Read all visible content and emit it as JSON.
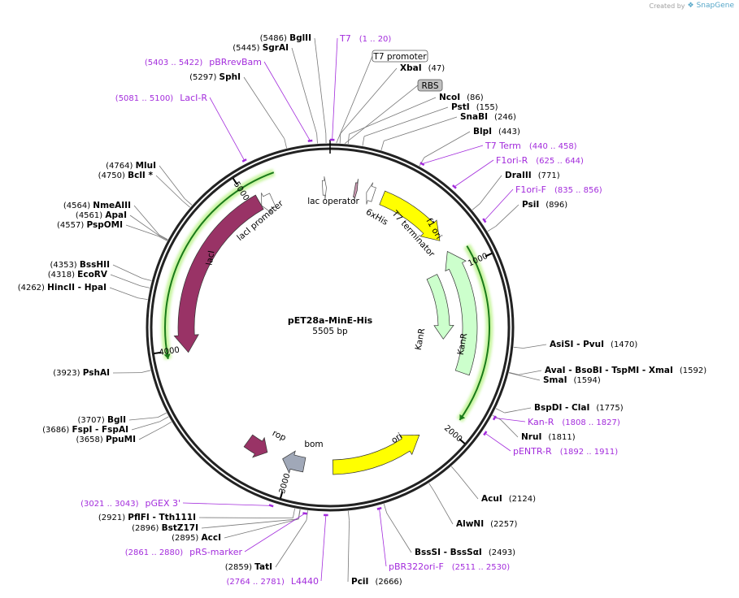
{
  "credit": {
    "prefix": "Created by",
    "brand": "SnapGene",
    "logo_icon": "snapgene-logo-icon"
  },
  "plasmid": {
    "name": "pET28a-MinE-His",
    "size_label": "5505 bp",
    "length": 5505
  },
  "colors": {
    "primer": "#a32cdc",
    "lacI": "#993366",
    "kanR": "#ccffcc",
    "ori": "#ffff00",
    "promoter": "#ffffff",
    "rbs": "#c0c0c0",
    "his": "#cc99b2",
    "arrow_outline": "#1a7a1a",
    "arrow_glow": "#c8f5a0",
    "bom": "#a0a8b8",
    "ring": "#222222"
  },
  "ticks": [
    "1000",
    "2000",
    "3000",
    "4000",
    "5000"
  ],
  "features": [
    {
      "name": "lacI",
      "start": 3976,
      "end": 5056,
      "dir": -1,
      "color": "lacI",
      "track": "inner"
    },
    {
      "name": "lacI promoter",
      "start": 5057,
      "end": 5134,
      "dir": -1,
      "color": "promoter",
      "track": "inner"
    },
    {
      "name": "lac operator",
      "start": 5458,
      "end": 5482,
      "dir": 1,
      "color": "promoter",
      "track": "inner"
    },
    {
      "name": "6xHis",
      "start": 154,
      "end": 171,
      "dir": 1,
      "color": "his",
      "track": "inner"
    },
    {
      "name": "T7 terminator",
      "start": 231,
      "end": 278,
      "dir": -1,
      "color": "promoter",
      "track": "inner"
    },
    {
      "name": "f1 ori",
      "start": 335,
      "end": 790,
      "dir": 1,
      "color": "ori",
      "track": "inner"
    },
    {
      "name": "KanR",
      "start": 872,
      "end": 1666,
      "dir": -1,
      "color": "kanR",
      "track": "inner"
    },
    {
      "name": "KanR",
      "start": 972,
      "end": 1466,
      "dir": 1,
      "color": "kanR",
      "track": "innermost"
    },
    {
      "name": "ori",
      "start": 2146,
      "end": 2735,
      "dir": -1,
      "color": "ori",
      "track": "inner"
    },
    {
      "name": "bom",
      "start": 2915,
      "end": 3056,
      "dir": 1,
      "color": "bom",
      "track": "inner"
    },
    {
      "name": "rop",
      "start": 3160,
      "end": 3300,
      "dir": -1,
      "color": "lacI",
      "track": "inner"
    }
  ],
  "orfs": [
    {
      "start": 3960,
      "end": 5200,
      "dir": -1
    },
    {
      "start": 905,
      "end": 1920,
      "dir": 1
    }
  ],
  "enzymes_left": [
    {
      "name": "BglII",
      "pos": "(5486)",
      "site": 5486
    },
    {
      "name": "SgrAI",
      "pos": "(5445)",
      "site": 5445
    },
    {
      "name": "SphI",
      "pos": "(5297)",
      "site": 5297
    },
    {
      "name": "MluI",
      "pos": "(4764)",
      "site": 4764
    },
    {
      "name": "BclI *",
      "pos": "(4750)",
      "site": 4750
    },
    {
      "name": "NmeAIII",
      "pos": "(4564)",
      "site": 4564
    },
    {
      "name": "ApaI",
      "pos": "(4561)",
      "site": 4561
    },
    {
      "name": "PspOMI",
      "pos": "(4557)",
      "site": 4557
    },
    {
      "name": "BssHII",
      "pos": "(4353)",
      "site": 4353
    },
    {
      "name": "EcoRV",
      "pos": "(4318)",
      "site": 4318
    },
    {
      "name": "HincII   - HpaI",
      "pos": "(4262)",
      "site": 4262
    },
    {
      "name": "PshAI",
      "pos": "(3923)",
      "site": 3923
    },
    {
      "name": "BglI",
      "pos": "(3707)",
      "site": 3707
    },
    {
      "name": "FspI   - FspAI",
      "pos": "(3686)",
      "site": 3686
    },
    {
      "name": "PpuMI",
      "pos": "(3658)",
      "site": 3658
    },
    {
      "name": "PflFI   - Tth111I",
      "pos": "(2921)",
      "site": 2921
    },
    {
      "name": "BstZ17I",
      "pos": "(2896)",
      "site": 2896
    },
    {
      "name": "AccI",
      "pos": "(2895)",
      "site": 2895
    },
    {
      "name": "TatI",
      "pos": "(2859)",
      "site": 2859
    }
  ],
  "enzymes_right": [
    {
      "name": "XbaI",
      "pos": "(47)",
      "site": 47
    },
    {
      "name": "NcoI",
      "pos": "(86)",
      "site": 86
    },
    {
      "name": "PstI",
      "pos": "(155)",
      "site": 155
    },
    {
      "name": "SnaBI",
      "pos": "(246)",
      "site": 246
    },
    {
      "name": "BlpI",
      "pos": "(443)",
      "site": 443
    },
    {
      "name": "DraIII",
      "pos": "(771)",
      "site": 771
    },
    {
      "name": "PsiI",
      "pos": "(896)",
      "site": 896
    },
    {
      "name": "AsiSI   - PvuI",
      "pos": "(1470)",
      "site": 1470
    },
    {
      "name": "AvaI   - BsoBI   - TspMI   - XmaI",
      "pos": "(1592)",
      "site": 1592
    },
    {
      "name": "SmaI",
      "pos": "(1594)",
      "site": 1594
    },
    {
      "name": "BspDI   - ClaI",
      "pos": "(1775)",
      "site": 1775
    },
    {
      "name": "NruI",
      "pos": "(1811)",
      "site": 1811
    },
    {
      "name": "AcuI",
      "pos": "(2124)",
      "site": 2124
    },
    {
      "name": "AlwNI",
      "pos": "(2257)",
      "site": 2257
    },
    {
      "name": "BssSI   - BssSαI",
      "pos": "(2493)",
      "site": 2493
    },
    {
      "name": "PciI",
      "pos": "(2666)",
      "site": 2666
    }
  ],
  "primers": [
    {
      "name": "T7",
      "pos": "(1 .. 20)",
      "site": 10
    },
    {
      "name": "pBRrevBam",
      "pos": "(5403 .. 5422)",
      "site": 5412
    },
    {
      "name": "LacI-R",
      "pos": "(5081 .. 5100)",
      "site": 5090
    },
    {
      "name": "T7 Term",
      "pos": "(440 .. 458)",
      "site": 449
    },
    {
      "name": "F1ori-R",
      "pos": "(625 .. 644)",
      "site": 634
    },
    {
      "name": "F1ori-F",
      "pos": "(835 .. 856)",
      "site": 845
    },
    {
      "name": "Kan-R",
      "pos": "(1808 .. 1827)",
      "site": 1817
    },
    {
      "name": "pENTR-R",
      "pos": "(1892 .. 1911)",
      "site": 1901
    },
    {
      "name": "pBR322ori-F",
      "pos": "(2511 .. 2530)",
      "site": 2520
    },
    {
      "name": "L4440",
      "pos": "(2764 .. 2781)",
      "site": 2772
    },
    {
      "name": "pRS-marker",
      "pos": "(2861 .. 2880)",
      "site": 2870
    },
    {
      "name": "pGEX 3'",
      "pos": "(3021 .. 3043)",
      "site": 3032
    }
  ],
  "boxed_labels": [
    {
      "name": "T7 promoter",
      "site": 30,
      "style": "white"
    },
    {
      "name": "RBS",
      "site": 70,
      "style": "gray"
    }
  ]
}
